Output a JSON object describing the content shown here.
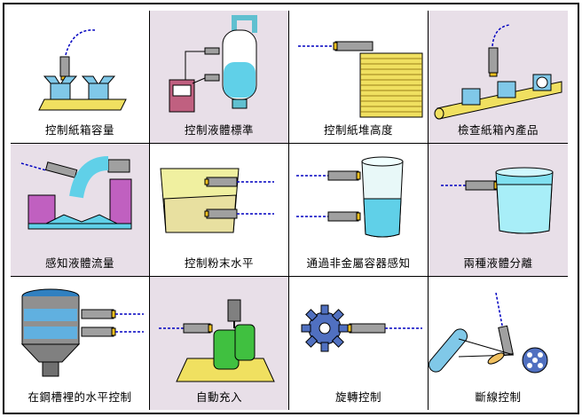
{
  "panels": [
    {
      "label": "控制紙箱容量"
    },
    {
      "label": "控制液體標準"
    },
    {
      "label": "控制紙堆高度"
    },
    {
      "label": "檢查紙箱內產品"
    },
    {
      "label": "感知液體流量"
    },
    {
      "label": "控制粉末水平"
    },
    {
      "label": "通過非金屬容器感知"
    },
    {
      "label": "兩種液體分離"
    },
    {
      "label": "在鋼槽裡的水平控制"
    },
    {
      "label": "自動充入"
    },
    {
      "label": "旋轉控制"
    },
    {
      "label": "斷線控制"
    }
  ],
  "colors": {
    "sensor_body": "#a0a0a0",
    "sensor_tip": "#f0c020",
    "beam": "#0000c0",
    "conveyor": "#f0e060",
    "box": "#80c8e8",
    "liquid": "#60d0e8",
    "panel_shade": "#e8dfe8"
  }
}
